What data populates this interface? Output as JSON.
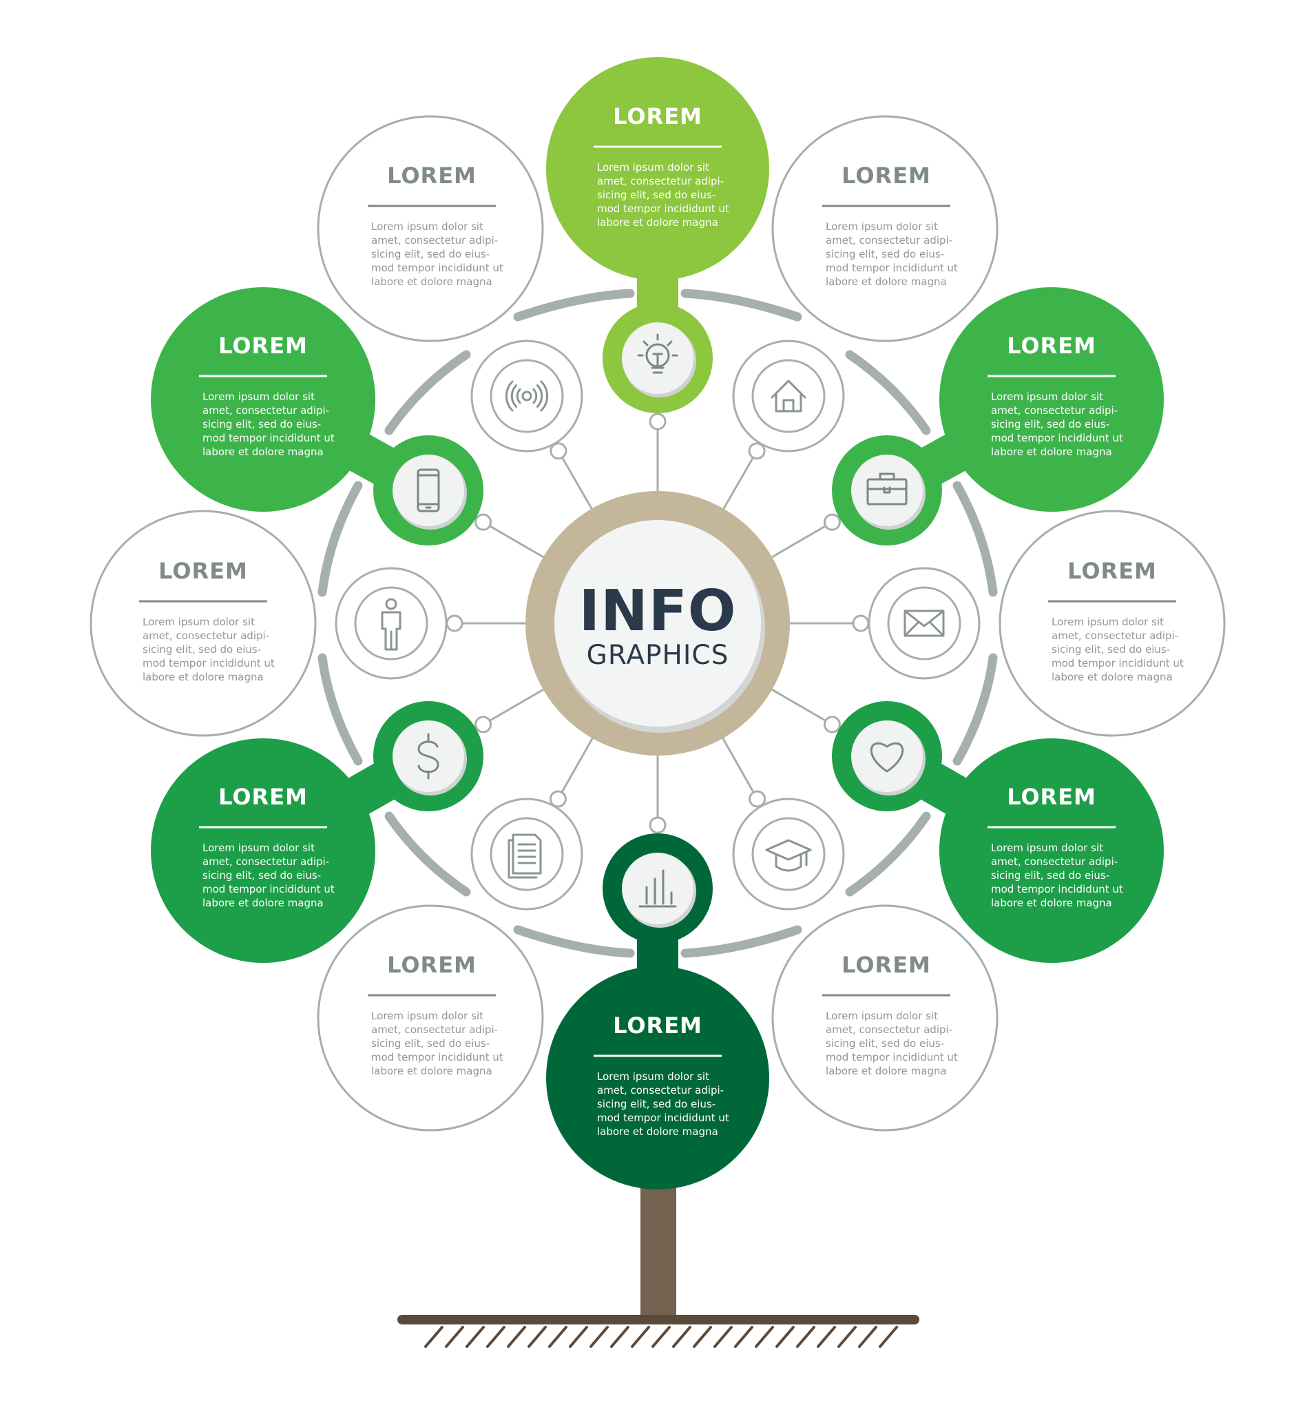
{
  "center": {
    "title": "INFO",
    "subtitle": "GRAPHICS"
  },
  "colors": {
    "outline": "#a5afab",
    "text_gray": "#8e9895",
    "header_gray": "#808b88",
    "trunk": "#73624f",
    "ground": "#5b4a3a",
    "center_ring": "#c3b69b",
    "lime": "#8dc63f",
    "medium_green": "#3cb44a",
    "green": "#1d9e48",
    "dark_green": "#006838"
  },
  "nodes": [
    {
      "id": "top",
      "header": "LOREM",
      "body": [
        "Lorem ipsum dolor sit",
        "amet, consectetur adipi-",
        "sicing elit, sed do eius-",
        "mod tempor incididunt ut",
        "labore et dolore magna"
      ],
      "icon": "lightbulb-icon",
      "style": "lime"
    },
    {
      "id": "upper-left-outline",
      "header": "LOREM",
      "body": [
        "Lorem ipsum dolor sit",
        "amet, consectetur adipi-",
        "sicing elit, sed do eius-",
        "mod tempor incididunt ut",
        "labore et dolore magna"
      ],
      "icon": "wireless-signal-icon",
      "style": "outline"
    },
    {
      "id": "upper-right-outline",
      "header": "LOREM",
      "body": [
        "Lorem ipsum dolor sit",
        "amet, consectetur adipi-",
        "sicing elit, sed do eius-",
        "mod tempor incididunt ut",
        "labore et dolore magna"
      ],
      "icon": "house-icon",
      "style": "outline"
    },
    {
      "id": "left-green-upper",
      "header": "LOREM",
      "body": [
        "Lorem ipsum dolor sit",
        "amet, consectetur adipi-",
        "sicing elit, sed do eius-",
        "mod tempor incididunt ut",
        "labore et dolore magna"
      ],
      "icon": "smartphone-icon",
      "style": "medium_green"
    },
    {
      "id": "right-green-upper",
      "header": "LOREM",
      "body": [
        "Lorem ipsum dolor sit",
        "amet, consectetur adipi-",
        "sicing elit, sed do eius-",
        "mod tempor incididunt ut",
        "labore et dolore magna"
      ],
      "icon": "briefcase-icon",
      "style": "medium_green"
    },
    {
      "id": "left-outline-middle",
      "header": "LOREM",
      "body": [
        "Lorem ipsum dolor sit",
        "amet, consectetur adipi-",
        "sicing elit, sed do eius-",
        "mod tempor incididunt ut",
        "labore et dolore magna"
      ],
      "icon": "person-icon",
      "style": "outline"
    },
    {
      "id": "right-outline-middle",
      "header": "LOREM",
      "body": [
        "Lorem ipsum dolor sit",
        "amet, consectetur adipi-",
        "sicing elit, sed do eius-",
        "mod tempor incididunt ut",
        "labore et dolore magna"
      ],
      "icon": "envelope-icon",
      "style": "outline"
    },
    {
      "id": "left-green-lower",
      "header": "LOREM",
      "body": [
        "Lorem ipsum dolor sit",
        "amet, consectetur adipi-",
        "sicing elit, sed do eius-",
        "mod tempor incididunt ut",
        "labore et dolore magna"
      ],
      "icon": "dollar-icon",
      "style": "green"
    },
    {
      "id": "right-green-lower",
      "header": "LOREM",
      "body": [
        "Lorem ipsum dolor sit",
        "amet, consectetur adipi-",
        "sicing elit, sed do eius-",
        "mod tempor incididunt ut",
        "labore et dolore magna"
      ],
      "icon": "heart-icon",
      "style": "green"
    },
    {
      "id": "lower-left-outline",
      "header": "LOREM",
      "body": [
        "Lorem ipsum dolor sit",
        "amet, consectetur adipi-",
        "sicing elit, sed do eius-",
        "mod tempor incididunt ut",
        "labore et dolore magna"
      ],
      "icon": "document-icon",
      "style": "outline"
    },
    {
      "id": "lower-right-outline",
      "header": "LOREM",
      "body": [
        "Lorem ipsum dolor sit",
        "amet, consectetur adipi-",
        "sicing elit, sed do eius-",
        "mod tempor incididunt ut",
        "labore et dolore magna"
      ],
      "icon": "graduation-cap-icon",
      "style": "outline"
    },
    {
      "id": "bottom",
      "header": "LOREM",
      "body": [
        "Lorem ipsum dolor sit",
        "amet, consectetur adipi-",
        "sicing elit, sed do eius-",
        "mod tempor incididunt ut",
        "labore et dolore magna"
      ],
      "icon": "bar-chart-icon",
      "style": "dark_green"
    }
  ]
}
